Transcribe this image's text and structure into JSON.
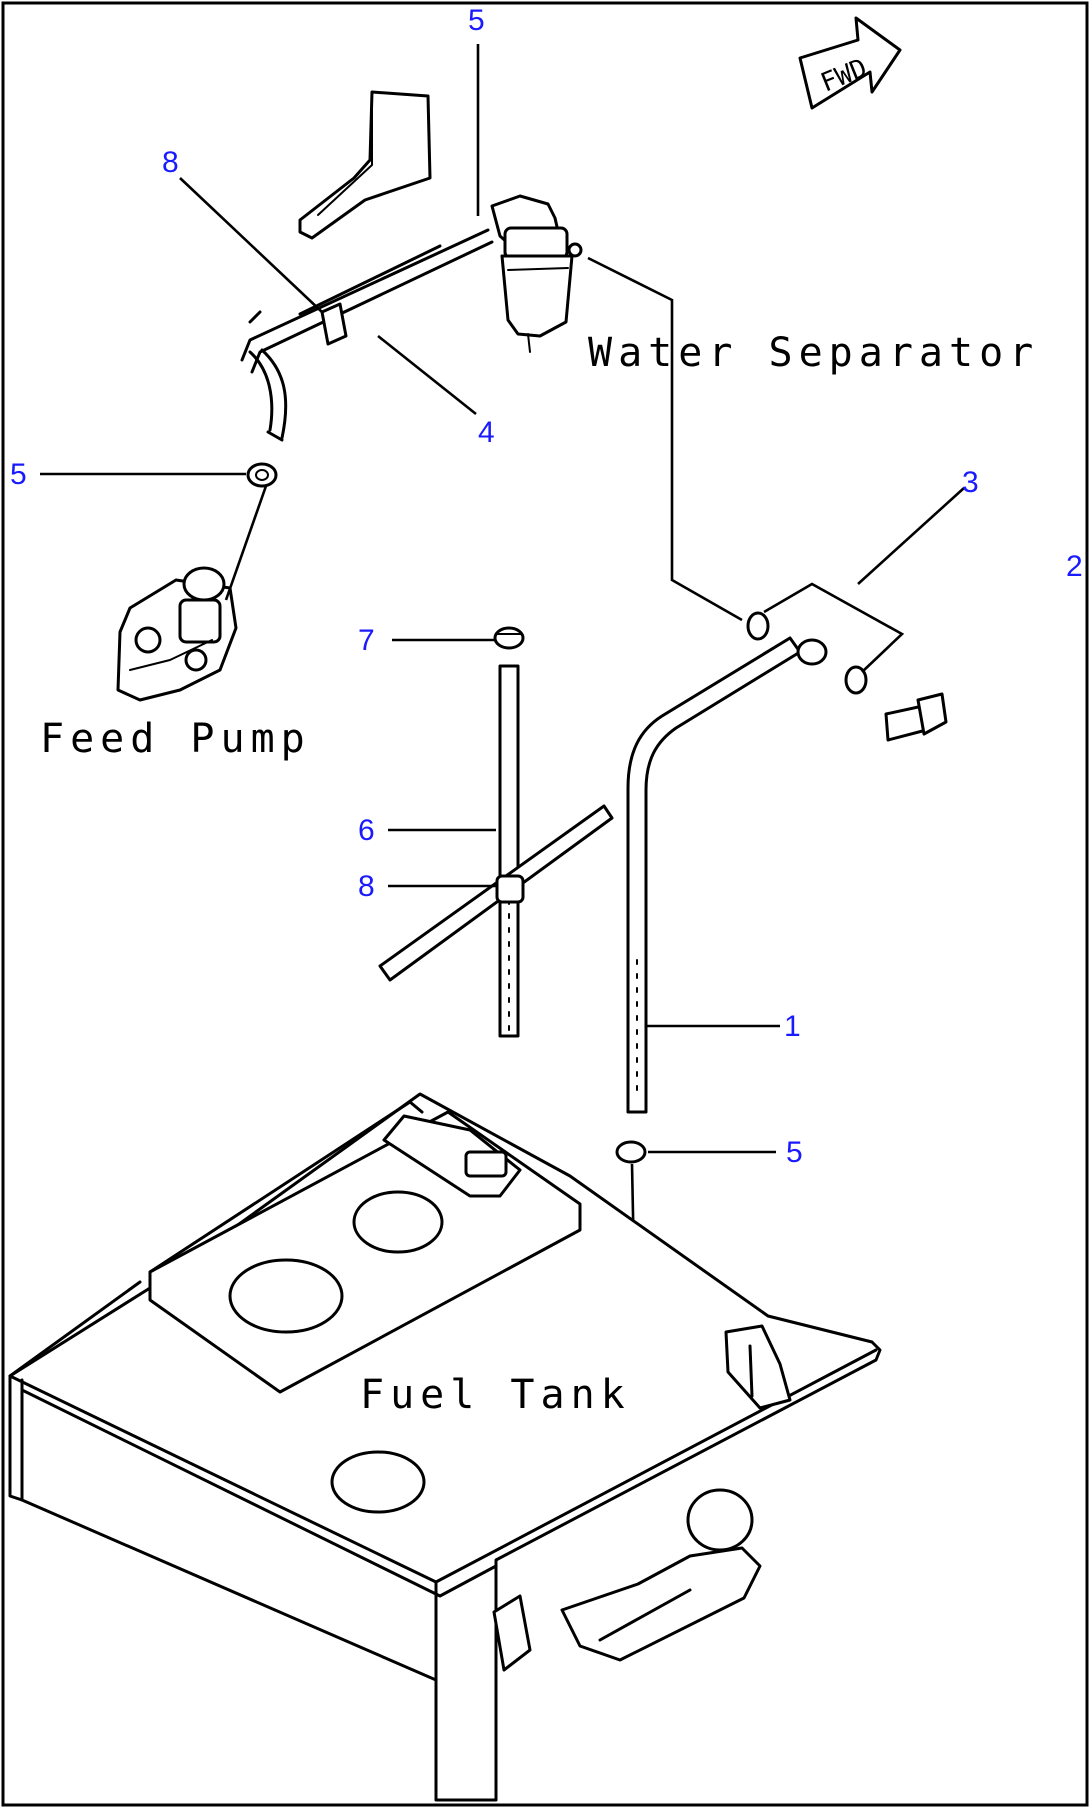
{
  "labels": {
    "water_separator": "Water Separator",
    "feed_pump": "Feed Pump",
    "fuel_tank": "Fuel Tank",
    "fwd": "FWD"
  },
  "callouts": {
    "pipe": "1",
    "bolt": "2",
    "gasket": "3",
    "hose_upper": "4",
    "hose_clamp_top": "5",
    "hose_clamp_pump": "5",
    "hose_clamp_tank": "5",
    "tube": "6",
    "cap": "7",
    "clamp_upper": "8",
    "clamp_lower": "8"
  }
}
